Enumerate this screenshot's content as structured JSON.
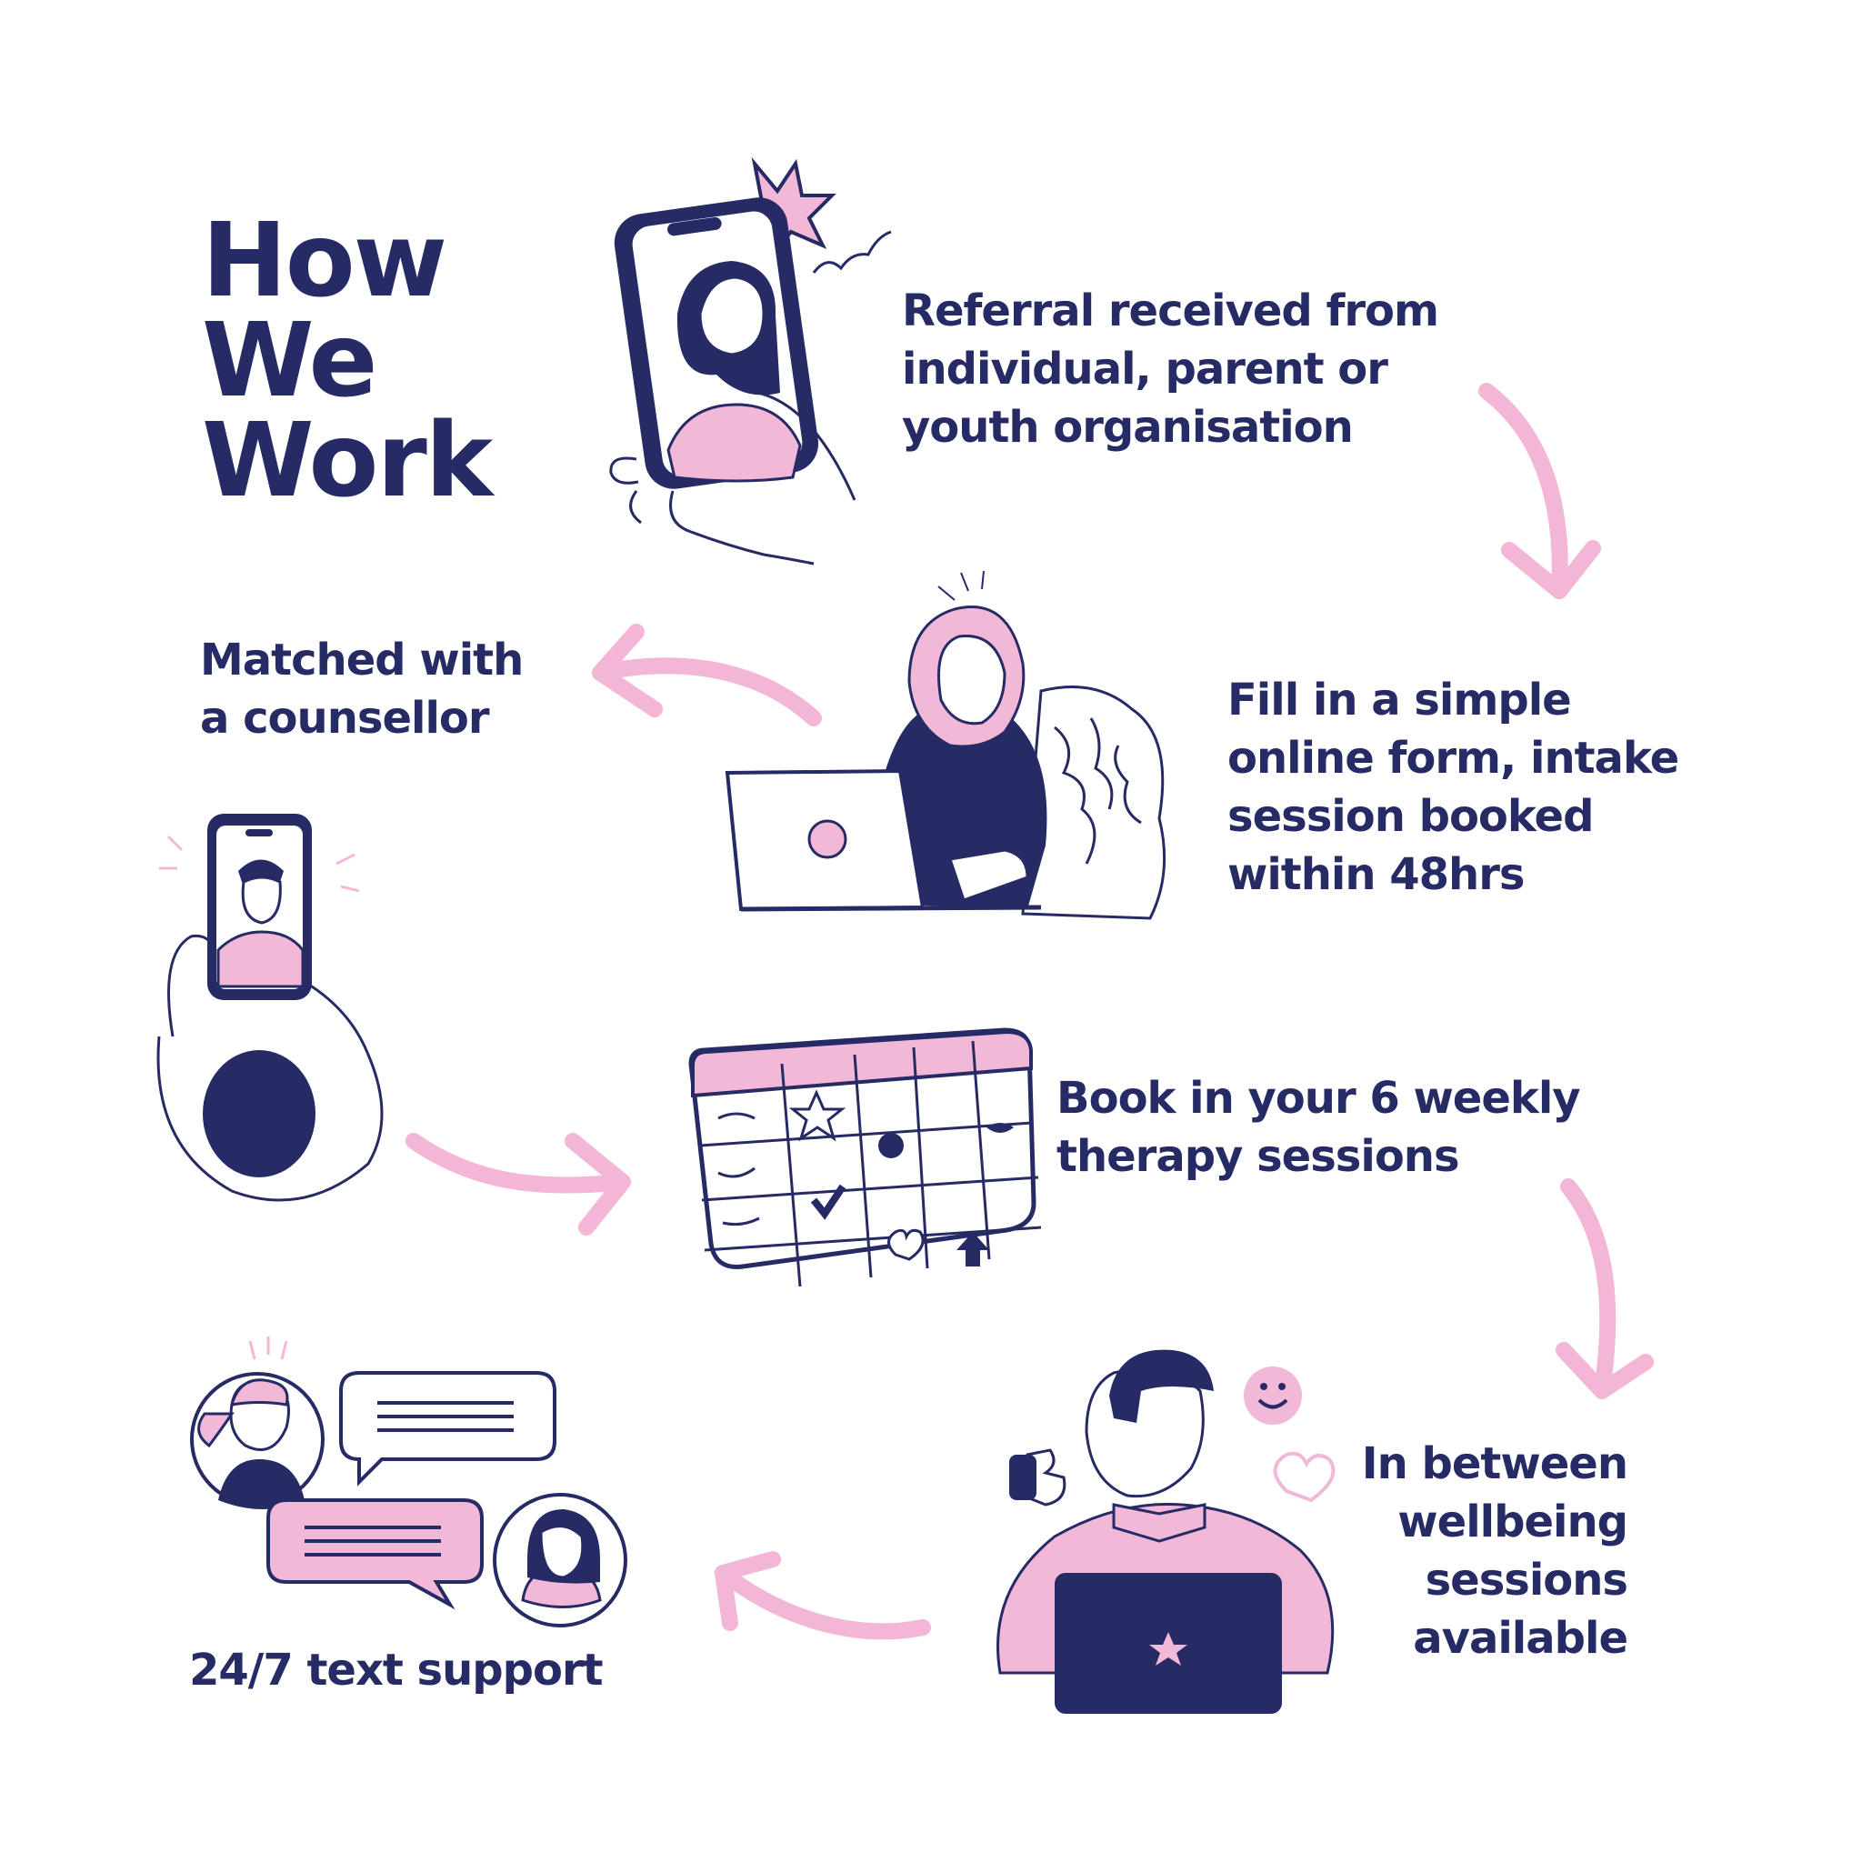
{
  "title": {
    "lines": [
      "How",
      "We",
      "Work"
    ]
  },
  "steps": [
    {
      "lines": [
        "Referral received from",
        "individual, parent or",
        "youth organisation"
      ]
    },
    {
      "lines": [
        "Fill in a simple",
        "online form, intake",
        "session booked",
        "within 48hrs"
      ]
    },
    {
      "lines": [
        "Matched with",
        "a counsellor"
      ]
    },
    {
      "lines": [
        "Book in your 6 weekly",
        "therapy sessions"
      ]
    },
    {
      "lines": [
        "In between",
        "wellbeing",
        "sessions",
        "available"
      ]
    },
    {
      "lines": [
        "24/7 text support"
      ]
    }
  ],
  "colors": {
    "navy": "#262a65",
    "pink": "#f2b8d8",
    "arrow": "#f4b6d6",
    "background": "#ffffff"
  },
  "icons": [
    "phone-video-call-icon",
    "laptop-person-icon",
    "video-call-phone-icon",
    "calendar-icon",
    "laptop-man-icon",
    "text-chat-icon",
    "flow-arrow-icon"
  ]
}
